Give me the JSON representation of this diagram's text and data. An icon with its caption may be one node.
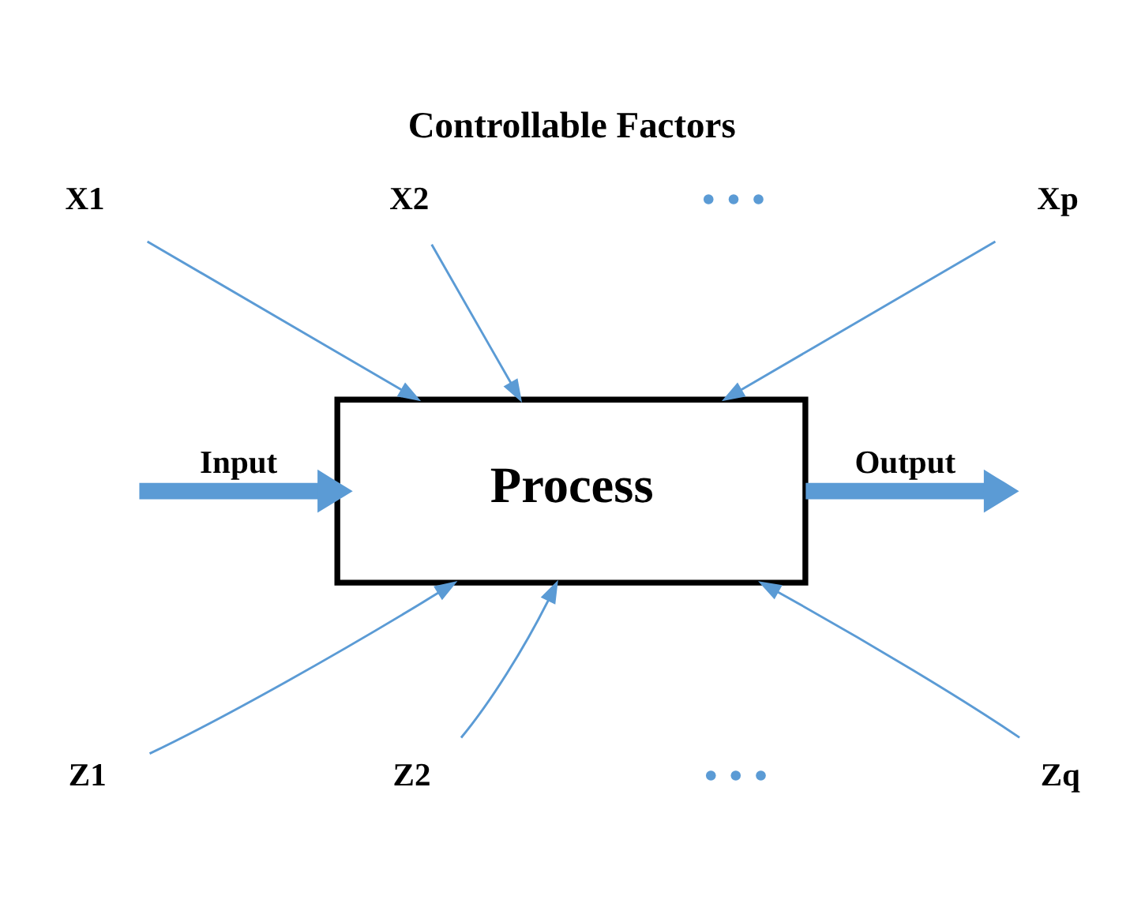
{
  "diagram": {
    "title": "Controllable Factors",
    "nodes": [
      {
        "text": [
          "X1"
        ]
      },
      {
        "text": [
          "X2"
        ]
      },
      {
        "text": [
          "Xp"
        ]
      },
      {
        "text": [
          "Process"
        ]
      },
      {
        "text": [
          "Z1"
        ]
      },
      {
        "text": [
          "Z2"
        ]
      },
      {
        "text": [
          "Zq"
        ]
      }
    ],
    "edges": [
      {
        "from": 0,
        "to": 3,
        "arrow": "to"
      },
      {
        "from": 1,
        "to": 3,
        "arrow": "to"
      },
      {
        "from": 2,
        "to": 3,
        "arrow": "to"
      },
      {
        "from": null,
        "to": 3,
        "arrow": "to",
        "label": "Input",
        "style": "thick"
      },
      {
        "from": 3,
        "to": null,
        "arrow": "to",
        "label": "Output",
        "style": "thick"
      },
      {
        "from": 4,
        "to": 3,
        "arrow": "to"
      },
      {
        "from": 5,
        "to": 3,
        "arrow": "to"
      },
      {
        "from": 6,
        "to": 3,
        "arrow": "to"
      }
    ],
    "labels": [
      "• • •",
      "• • •"
    ]
  }
}
